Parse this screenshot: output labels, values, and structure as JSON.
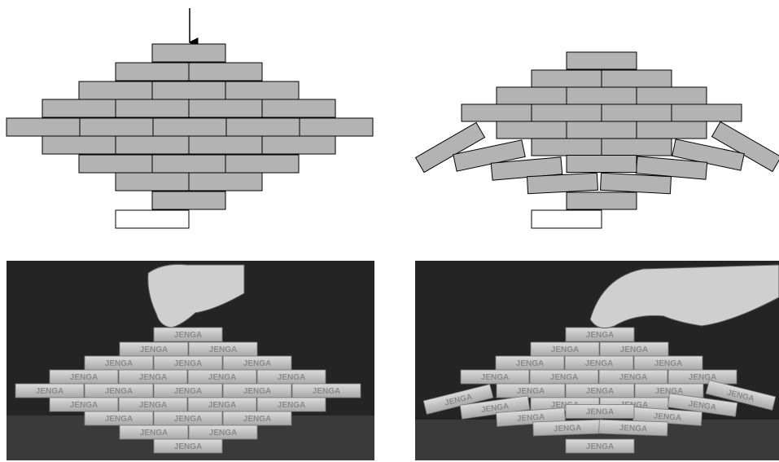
{
  "figure": {
    "panels": [
      {
        "id": "diagram-intact",
        "kind": "diagram",
        "load_arrow": true,
        "removed_block": "bottom"
      },
      {
        "id": "diagram-collapsed",
        "kind": "diagram",
        "load_arrow": false,
        "removed_block": "bottom"
      },
      {
        "id": "photo-intact",
        "kind": "photo",
        "hand": "pressing-top-block"
      },
      {
        "id": "photo-collapsed",
        "kind": "photo",
        "hand": "resting-on-top-block"
      }
    ],
    "block_label": "JENGA",
    "colors": {
      "block_fill": "#b3b3b3",
      "block_stroke": "#000000",
      "removed_fill": "#ffffff",
      "photo_background": "#1e1e1e",
      "wood": "#c8c8c8"
    }
  }
}
